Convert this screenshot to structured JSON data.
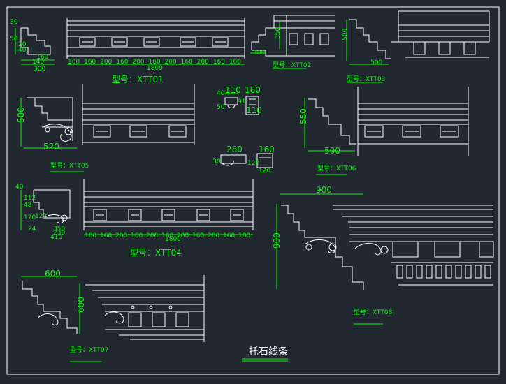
{
  "drawing": {
    "title": "托石线条",
    "colors": {
      "background": "#212830",
      "line": "#ffffff",
      "dimension": "#00ff00"
    }
  },
  "details": {
    "xtt01": {
      "label": "型号：XTT01",
      "dims": {
        "h1": "30",
        "h2": "50",
        "h3": "20",
        "h4": "40",
        "w1": "160",
        "w2": "140",
        "w3": "300"
      },
      "elevation_dims": [
        "100",
        "160",
        "200",
        "160",
        "200",
        "160",
        "200",
        "160",
        "200",
        "160",
        "100"
      ],
      "total": "1800"
    },
    "xtt02": {
      "label": "型号：XTT02",
      "dims": {
        "h": "350",
        "w": "300"
      }
    },
    "xtt03": {
      "label": "型号：XTT03",
      "dims": {
        "h": "500",
        "w": "500"
      }
    },
    "xtt05": {
      "label": "型号：XTT05",
      "dims": {
        "h": "500",
        "w": "520"
      }
    },
    "small_bracket": {
      "dims": {
        "a": "110",
        "b": "160",
        "c": "40",
        "d": "50",
        "e": "91",
        "f": "110"
      }
    },
    "small_bracket2": {
      "dims": {
        "a": "280",
        "b": "160",
        "c": "30",
        "d": "120",
        "e": "120"
      }
    },
    "xtt06": {
      "label": "型号：XTT06",
      "dims": {
        "h": "550",
        "w": "500"
      }
    },
    "xtt04": {
      "label": "型号：XTT04",
      "dims": {
        "a": "40",
        "b": "112",
        "c": "48",
        "d": "122",
        "e": "120",
        "f": "350",
        "g": "24",
        "h": "230",
        "i": "410"
      },
      "elevation_dims": [
        "100",
        "160",
        "200",
        "160",
        "200",
        "160",
        "200",
        "160",
        "200",
        "160",
        "100"
      ],
      "total": "1800"
    },
    "xtt08": {
      "label": "型号：XTT08",
      "dims": {
        "w": "900",
        "h": "900"
      }
    },
    "xtt07": {
      "label": "型号：XTT07",
      "dims": {
        "w": "600",
        "h": "600"
      }
    }
  }
}
